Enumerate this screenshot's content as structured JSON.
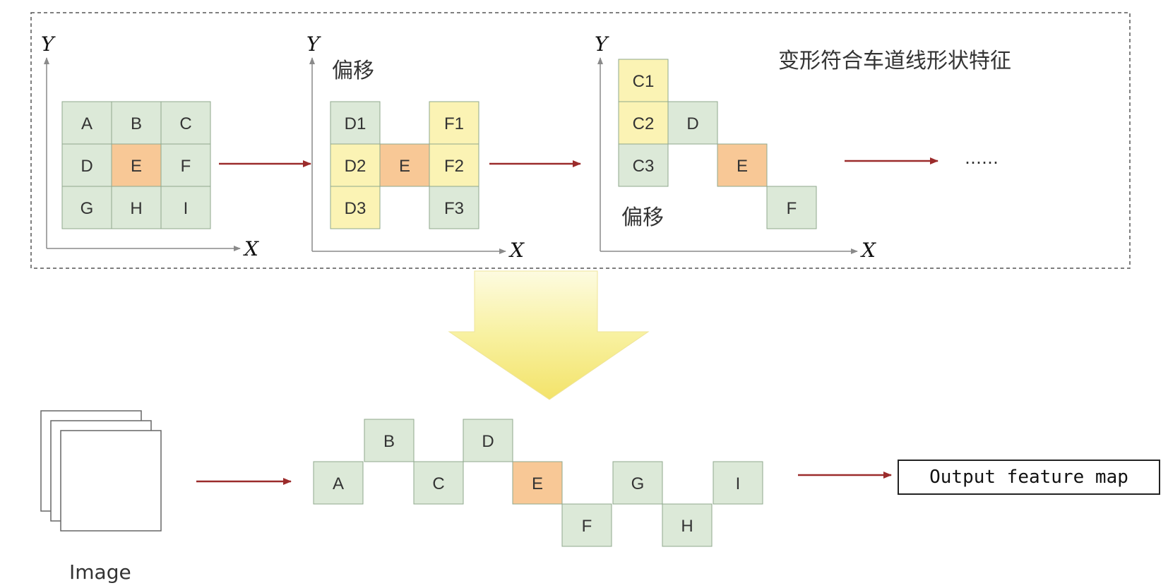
{
  "colors": {
    "cell_green": "#dce9d8",
    "cell_yellow": "#fbf3b4",
    "cell_orange": "#f8c896",
    "cell_border": "#8fa88d",
    "arrow_red": "#9b2b2b",
    "axis_gray": "#8a8a8a",
    "dashed_border": "#555555",
    "big_arrow_yellow": "#f7ef8c"
  },
  "axes": {
    "y_label": "Y",
    "x_label": "X"
  },
  "panel1": {
    "cells": [
      "A",
      "B",
      "C",
      "D",
      "E",
      "F",
      "G",
      "H",
      "I"
    ]
  },
  "panel2": {
    "offset_label": "偏移",
    "cells": [
      "D1",
      "F1",
      "D2",
      "E",
      "F2",
      "D3",
      "F3"
    ]
  },
  "panel3": {
    "offset_label": "偏移",
    "description": "变形符合车道线形状特征",
    "cells": [
      "C1",
      "C2",
      "D",
      "C3",
      "E",
      "F"
    ],
    "ellipsis": "……"
  },
  "bottom": {
    "image_label": "Image",
    "cells": [
      "A",
      "B",
      "C",
      "D",
      "E",
      "F",
      "G",
      "H",
      "I"
    ],
    "output_label": "Output feature map"
  }
}
